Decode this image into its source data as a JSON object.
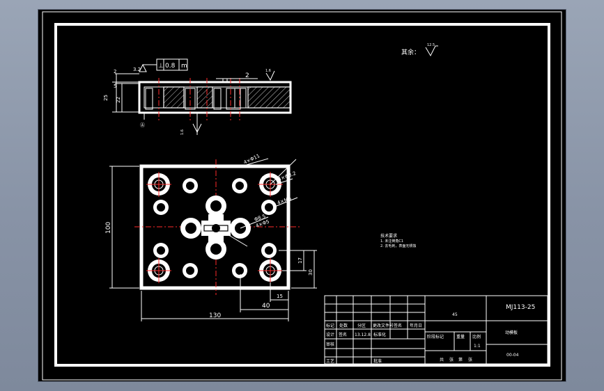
{
  "drawing": {
    "roughness_label": "其余：",
    "roughness_symbol_value": "12.5",
    "section_view": {
      "dims": [
        "2",
        "2",
        "5",
        "22",
        "25"
      ],
      "flatness_tolerance": [
        "⊥",
        "0.8",
        "m"
      ],
      "surface_finish": [
        "3.2",
        "1.6",
        "1.6"
      ],
      "datum_label": "Ⓐ"
    },
    "plan_view": {
      "dims": {
        "width": "130",
        "height": "100",
        "offset_x": "40",
        "offset_x2": "15",
        "offset_y": "30",
        "offset_y2": "17"
      },
      "hole_callouts": [
        "4×Φ11",
        "4×Φ8.2",
        "Φ8.5",
        "4×Φ5",
        "4×M6"
      ]
    },
    "tech_requirements": {
      "title": "技术要求",
      "lines": [
        "1. 未注倒角C1",
        "2. 去毛刺，表面无锈蚀"
      ]
    }
  },
  "title_block": {
    "drawing_name": "MJ113-25",
    "part_name": "动模板",
    "material": "45",
    "drawing_no": "00-04",
    "scale": "1:1",
    "header_cells": [
      "标记",
      "处数",
      "分区",
      "更改文件号",
      "签名",
      "年月日"
    ],
    "row2_cells": [
      "设计",
      "签名",
      "13.12.8",
      "标准化"
    ],
    "row3_cells": [
      "审核"
    ],
    "row4_cells": [
      "工艺",
      "批准"
    ],
    "stage_cells": [
      "阶段标记",
      "重量",
      "比例"
    ],
    "sheet_cells": [
      "共",
      "张",
      "第",
      "张"
    ]
  }
}
